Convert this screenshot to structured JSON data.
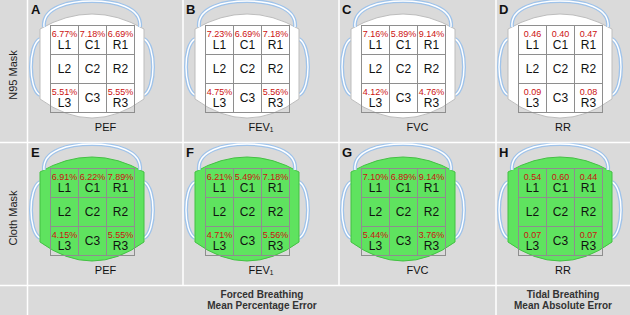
{
  "diagram": {
    "nodes": [
      {
        "text": [
          "A",
          "PEF"
        ]
      },
      {
        "text": [
          "6.77%",
          "L1"
        ],
        "in": 0
      },
      {
        "text": [
          "7.18%",
          "C1"
        ],
        "in": 0
      },
      {
        "text": [
          "6.69%",
          "R1"
        ],
        "in": 0
      },
      {
        "text": [
          "L2"
        ],
        "in": 0
      },
      {
        "text": [
          "C2"
        ],
        "in": 0
      },
      {
        "text": [
          "R2"
        ],
        "in": 0
      },
      {
        "text": [
          "5.51%",
          "L3"
        ],
        "in": 0
      },
      {
        "text": [
          "C3"
        ],
        "in": 0
      },
      {
        "text": [
          "5.55%",
          "R3"
        ],
        "in": 0
      },
      {
        "text": [
          "B",
          "FEV₁"
        ]
      },
      {
        "text": [
          "7.23%",
          "L1"
        ],
        "in": 10
      },
      {
        "text": [
          "6.69%",
          "C1"
        ],
        "in": 10
      },
      {
        "text": [
          "7.18%",
          "R1"
        ],
        "in": 10
      },
      {
        "text": [
          "L2"
        ],
        "in": 10
      },
      {
        "text": [
          "C2"
        ],
        "in": 10
      },
      {
        "text": [
          "R2"
        ],
        "in": 10
      },
      {
        "text": [
          "4.75%",
          "L3"
        ],
        "in": 10
      },
      {
        "text": [
          "C3"
        ],
        "in": 10
      },
      {
        "text": [
          "5.56%",
          "R3"
        ],
        "in": 10
      },
      {
        "text": [
          "C",
          "FVC"
        ]
      },
      {
        "text": [
          "7.16%",
          "L1"
        ],
        "in": 20
      },
      {
        "text": [
          "5.89%",
          "C1"
        ],
        "in": 20
      },
      {
        "text": [
          "9.14%",
          "R1"
        ],
        "in": 20
      },
      {
        "text": [
          "L2"
        ],
        "in": 20
      },
      {
        "text": [
          "C2"
        ],
        "in": 20
      },
      {
        "text": [
          "R2"
        ],
        "in": 20
      },
      {
        "text": [
          "4.12%",
          "L3"
        ],
        "in": 20
      },
      {
        "text": [
          "C3"
        ],
        "in": 20
      },
      {
        "text": [
          "4.76%",
          "R3"
        ],
        "in": 20
      },
      {
        "text": [
          "D",
          "RR"
        ]
      },
      {
        "text": [
          "0.46",
          "L1"
        ],
        "in": 30
      },
      {
        "text": [
          "0.40",
          "C1"
        ],
        "in": 30
      },
      {
        "text": [
          "0.47",
          "R1"
        ],
        "in": 30
      },
      {
        "text": [
          "L2"
        ],
        "in": 30
      },
      {
        "text": [
          "C2"
        ],
        "in": 30
      },
      {
        "text": [
          "R2"
        ],
        "in": 30
      },
      {
        "text": [
          "0.09",
          "L3"
        ],
        "in": 30
      },
      {
        "text": [
          "C3"
        ],
        "in": 30
      },
      {
        "text": [
          "0.08",
          "R3"
        ],
        "in": 30
      },
      {
        "text": [
          "E",
          "PEF"
        ]
      },
      {
        "text": [
          "6.91%",
          "L1"
        ],
        "in": 40
      },
      {
        "text": [
          "6.22%",
          "C1"
        ],
        "in": 40
      },
      {
        "text": [
          "7.89%",
          "R1"
        ],
        "in": 40
      },
      {
        "text": [
          "L2"
        ],
        "in": 40
      },
      {
        "text": [
          "C2"
        ],
        "in": 40
      },
      {
        "text": [
          "R2"
        ],
        "in": 40
      },
      {
        "text": [
          "4.15%",
          "L3"
        ],
        "in": 40
      },
      {
        "text": [
          "C3"
        ],
        "in": 40
      },
      {
        "text": [
          "5.55%",
          "R3"
        ],
        "in": 40
      },
      {
        "text": [
          "F",
          "FEV₁"
        ]
      },
      {
        "text": [
          "6.21%",
          "L1"
        ],
        "in": 50
      },
      {
        "text": [
          "5.49%",
          "C1"
        ],
        "in": 50
      },
      {
        "text": [
          "7.18%",
          "R1"
        ],
        "in": 50
      },
      {
        "text": [
          "L2"
        ],
        "in": 50
      },
      {
        "text": [
          "C2"
        ],
        "in": 50
      },
      {
        "text": [
          "R2"
        ],
        "in": 50
      },
      {
        "text": [
          "4.71%",
          "L3"
        ],
        "in": 50
      },
      {
        "text": [
          "C3"
        ],
        "in": 50
      },
      {
        "text": [
          "5.56%",
          "R3"
        ],
        "in": 50
      },
      {
        "text": [
          "G",
          "FVC"
        ]
      },
      {
        "text": [
          "7.10%",
          "L1"
        ],
        "in": 60
      },
      {
        "text": [
          "6.89%",
          "C1"
        ],
        "in": 60
      },
      {
        "text": [
          "9.14%",
          "R1"
        ],
        "in": 60
      },
      {
        "text": [
          "L2"
        ],
        "in": 60
      },
      {
        "text": [
          "C2"
        ],
        "in": 60
      },
      {
        "text": [
          "R2"
        ],
        "in": 60
      },
      {
        "text": [
          "5.44%",
          "L3"
        ],
        "in": 60
      },
      {
        "text": [
          "C3"
        ],
        "in": 60
      },
      {
        "text": [
          "3.76%",
          "R3"
        ],
        "in": 60
      },
      {
        "text": [
          "H",
          "RR"
        ]
      },
      {
        "text": [
          "0.54",
          "L1"
        ],
        "in": 70
      },
      {
        "text": [
          "0.60",
          "C1"
        ],
        "in": 70
      },
      {
        "text": [
          "0.44",
          "R1"
        ],
        "in": 70
      },
      {
        "text": [
          "L2"
        ],
        "in": 70
      },
      {
        "text": [
          "C2"
        ],
        "in": 70
      },
      {
        "text": [
          "R2"
        ],
        "in": 70
      },
      {
        "text": [
          "0.07",
          "L3"
        ],
        "in": 70
      },
      {
        "text": [
          "C3"
        ],
        "in": 70
      },
      {
        "text": [
          "0.07",
          "R3"
        ],
        "in": 70
      }
    ],
    "labels": [
      "N95 Mask",
      "Cloth Mask",
      "Forced Breathing Mean Percentage Error",
      "Tidal Breathing Mean Absolute Error"
    ]
  }
}
